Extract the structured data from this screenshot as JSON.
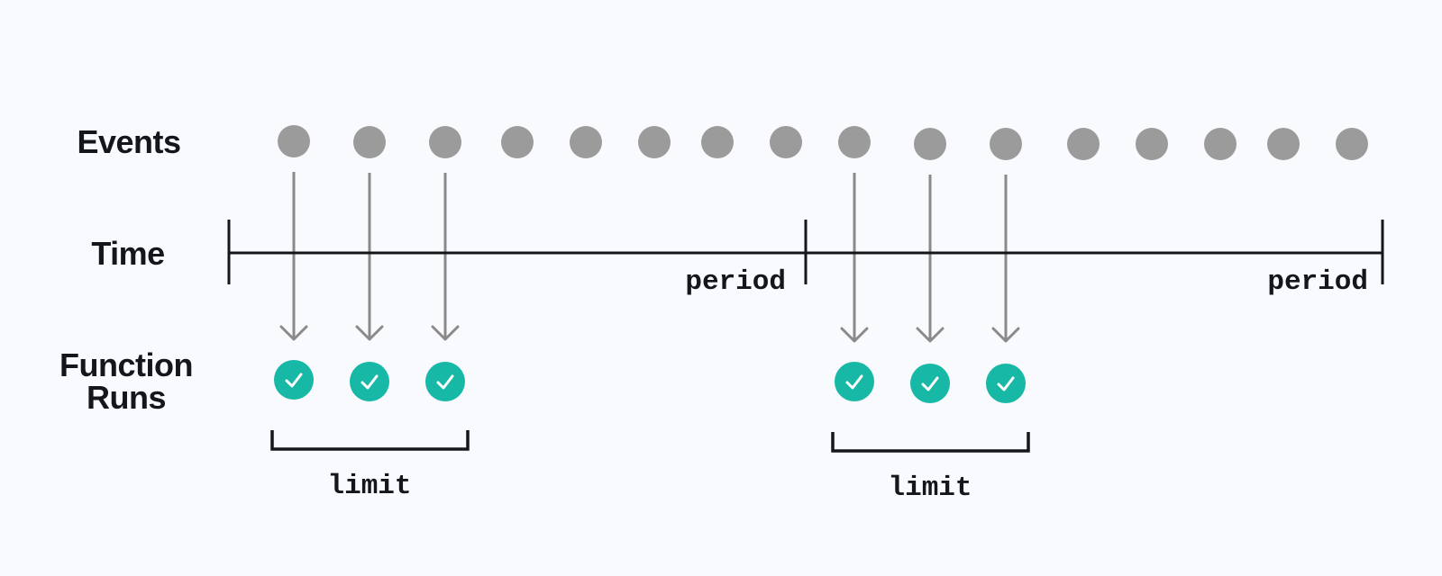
{
  "labels": {
    "events": "Events",
    "time": "Time",
    "function_runs_line1": "Function",
    "function_runs_line2": "Runs"
  },
  "periods": [
    {
      "label": "period"
    },
    {
      "label": "period"
    }
  ],
  "limits": [
    {
      "label": "limit"
    },
    {
      "label": "limit"
    }
  ],
  "events": {
    "count": 16,
    "throttled_through": [
      1,
      2,
      3,
      9,
      10,
      11
    ]
  },
  "function_runs": {
    "count": 6,
    "status": "success",
    "icon": "check-icon"
  },
  "colors": {
    "background": "#f9fafe",
    "event_dot": "#9b9b9b",
    "arrow": "#8a8a8a",
    "run_success": "#17b8a6",
    "check": "#ffffff",
    "axis": "#15161a",
    "text": "#15161a"
  }
}
